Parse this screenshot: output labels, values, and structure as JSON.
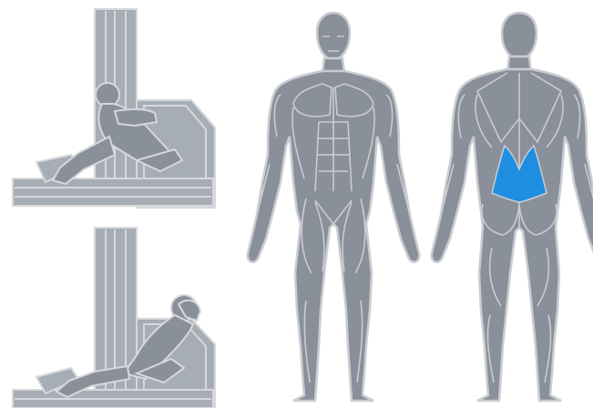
{
  "colors": {
    "background": "#ffffff",
    "figure_fill": "#8a9099",
    "figure_outline": "#c9ccd1",
    "figure_dark": "#747a83",
    "machine_fill": "#a7adb5",
    "machine_line": "#d6d8dc",
    "highlight": "#1e8fe0"
  },
  "panels": [
    {
      "name": "exercise-start-position",
      "icon": "lower-back-machine-upright"
    },
    {
      "name": "exercise-end-position",
      "icon": "lower-back-machine-reclined"
    },
    {
      "name": "body-front-view",
      "icon": "anatomy-front"
    },
    {
      "name": "body-back-view",
      "icon": "anatomy-back"
    }
  ],
  "highlighted_muscle": {
    "name": "lower-back",
    "view": "back"
  }
}
